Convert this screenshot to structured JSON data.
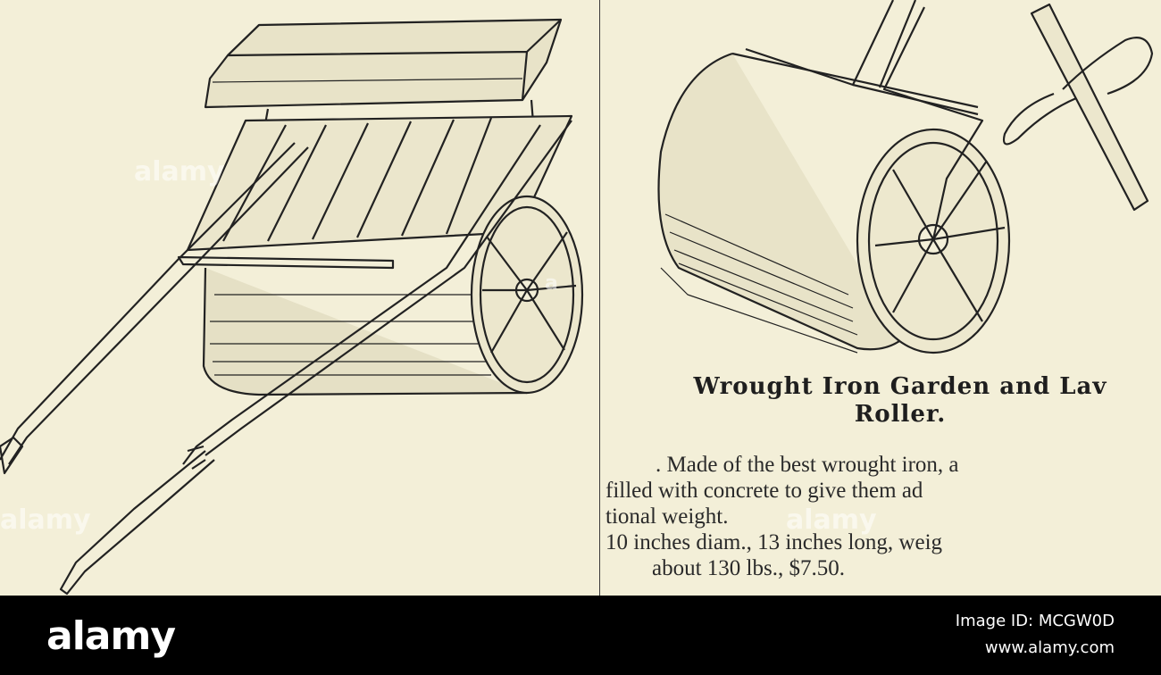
{
  "article": {
    "title_line1": "Wrought Iron Garden and Lav",
    "title_line2": "Roller.",
    "body": [
      ". Made of the best wrought iron, a",
      "filled with concrete to give them ad",
      "tional weight.",
      "10 inches diam., 13 inches long, weig",
      "about 130 lbs., $7.50."
    ]
  },
  "watermark": {
    "brand": "alamy",
    "logo_text": "alamy",
    "image_id": "Image ID: MCGW0D",
    "site": "www.alamy.com"
  },
  "colors": {
    "paper": "#f3efd8",
    "ink": "#1e1e1e",
    "footer": "#000000"
  }
}
